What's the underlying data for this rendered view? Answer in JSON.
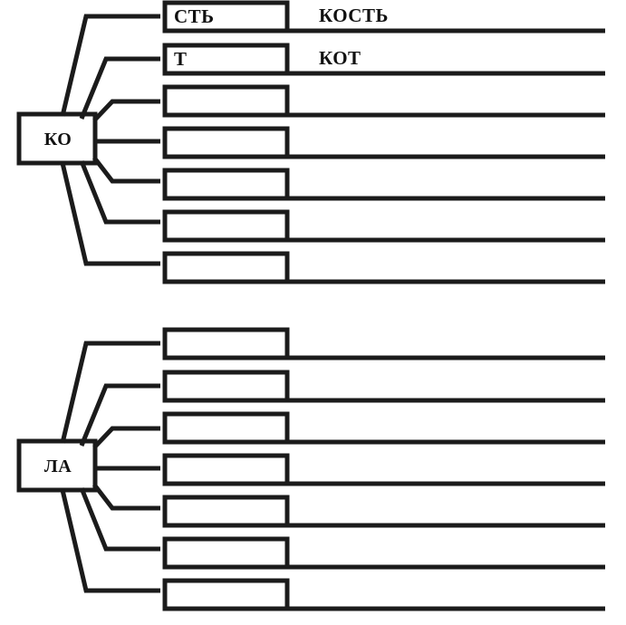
{
  "diagram": {
    "type": "word-building-worksheet",
    "stroke_color": "#1b1b1b",
    "background_color": "#ffffff",
    "groups": [
      {
        "id": "ko",
        "stem": "КО",
        "rows": [
          {
            "suffix": "СТЬ",
            "answer": "КОСТЬ"
          },
          {
            "suffix": "Т",
            "answer": "КОТ"
          },
          {
            "suffix": "",
            "answer": ""
          },
          {
            "suffix": "",
            "answer": ""
          },
          {
            "suffix": "",
            "answer": ""
          },
          {
            "suffix": "",
            "answer": ""
          },
          {
            "suffix": "",
            "answer": ""
          }
        ]
      },
      {
        "id": "la",
        "stem": "ЛА",
        "rows": [
          {
            "suffix": "",
            "answer": ""
          },
          {
            "suffix": "",
            "answer": ""
          },
          {
            "suffix": "",
            "answer": ""
          },
          {
            "suffix": "",
            "answer": ""
          },
          {
            "suffix": "",
            "answer": ""
          },
          {
            "suffix": "",
            "answer": ""
          },
          {
            "suffix": "",
            "answer": ""
          }
        ]
      }
    ]
  }
}
